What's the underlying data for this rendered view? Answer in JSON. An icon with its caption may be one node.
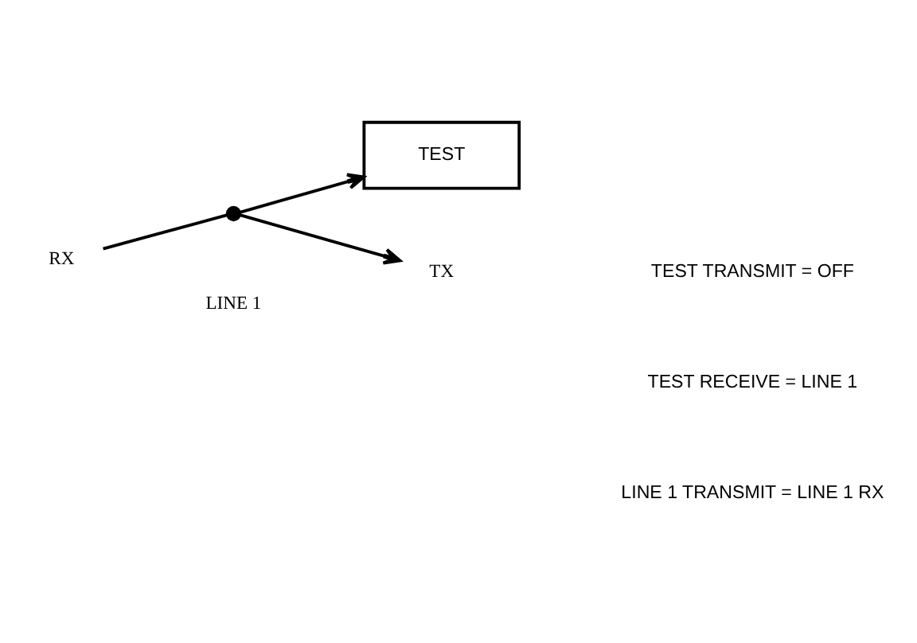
{
  "diagram": {
    "nodes": [
      {
        "text": [
          "RX"
        ]
      },
      {
        "text": [],
        "shape": "circle"
      },
      {
        "text": [
          "TEST"
        ]
      },
      {
        "text": [
          "TX"
        ]
      }
    ],
    "edges": [
      {
        "from": 0,
        "to": 1,
        "arrow": "none"
      },
      {
        "from": 1,
        "to": 2,
        "arrow": "to"
      },
      {
        "from": 1,
        "to": 3,
        "arrow": "to"
      }
    ],
    "labels": [
      "LINE 1",
      "TEST TRANSMIT = OFF",
      "TEST RECEIVE = LINE 1",
      "LINE 1 TRANSMIT = LINE 1 RX"
    ]
  }
}
